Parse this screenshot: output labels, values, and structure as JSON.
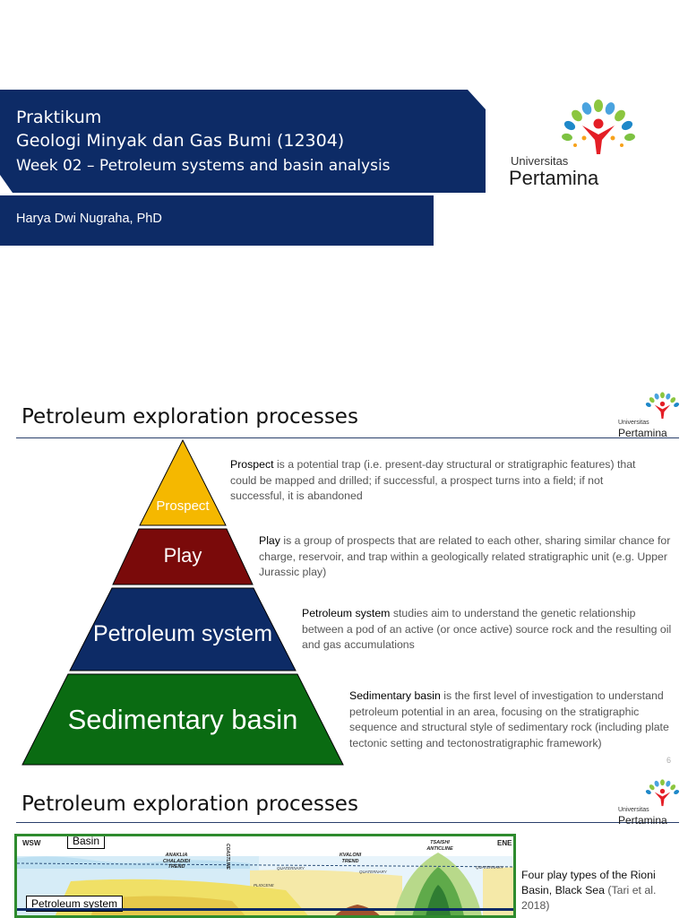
{
  "slide1": {
    "title_line1": "Praktikum",
    "title_line2": "Geologi Minyak dan Gas Bumi (12304)",
    "title_line3": "Week 02 – Petroleum systems and basin analysis",
    "author": "Harya Dwi Nugraha, PhD",
    "logo": {
      "word1": "Universitas",
      "word2": "Pertamina"
    }
  },
  "slide2": {
    "heading": "Petroleum exploration processes",
    "logo": {
      "word1": "Universitas",
      "word2": "Pertamina"
    },
    "pyramid": [
      {
        "label": "Prospect",
        "color": "#f5b800"
      },
      {
        "label": "Play",
        "color": "#7a0a0a"
      },
      {
        "label": "Petroleum system",
        "color": "#0d2b66"
      },
      {
        "label": "Sedimentary basin",
        "color": "#0a6b12"
      }
    ],
    "descriptions": [
      {
        "term": "Prospect",
        "text": " is a potential trap (i.e. present-day structural or stratigraphic features) that could be mapped and drilled; if successful, a prospect turns into a field; if not successful, it is abandoned"
      },
      {
        "term": "Play",
        "text": " is a group of prospects that are related to each other, sharing similar chance for charge, reservoir, and trap within a geologically related stratigraphic unit (e.g. Upper Jurassic play)"
      },
      {
        "term": "Petroleum system",
        "text": " studies aim to understand the genetic relationship between a pod of an active (or once active) source rock and the resulting oil and gas accumulations"
      },
      {
        "term": "Sedimentary basin",
        "text": " is the first level of investigation to understand petroleum potential in an area, focusing on the stratigraphic sequence and structural style of sedimentary rock (including plate tectonic setting and tectonostratigraphic framework)"
      }
    ],
    "page_number": "6"
  },
  "slide3": {
    "heading": "Petroleum exploration processes",
    "logo": {
      "word1": "Universitas",
      "word2": "Pertamina"
    },
    "labels": {
      "wsw": "WSW",
      "ene": "ENE",
      "basin": "Basin",
      "petroleum_system": "Petroleum system",
      "anaklia": "ANAKLIA",
      "chaladidi": "CHALADIDI",
      "trend1": "TREND",
      "coastline": "COASTLINE",
      "kvaloni": "KVALONI",
      "trend2": "TREND",
      "tsaishi": "TSAISHI",
      "anticline": "ANTICLINE",
      "quaternary1": "QUATERNARY",
      "quaternary2": "QUATERNARY",
      "quaternary3": "QUATERNARY",
      "pliocene": "PLIOCENE"
    },
    "caption": {
      "main": "Four play types of the Rioni Basin, Black Sea",
      "cite": " (Tari et al. 2018)"
    }
  }
}
